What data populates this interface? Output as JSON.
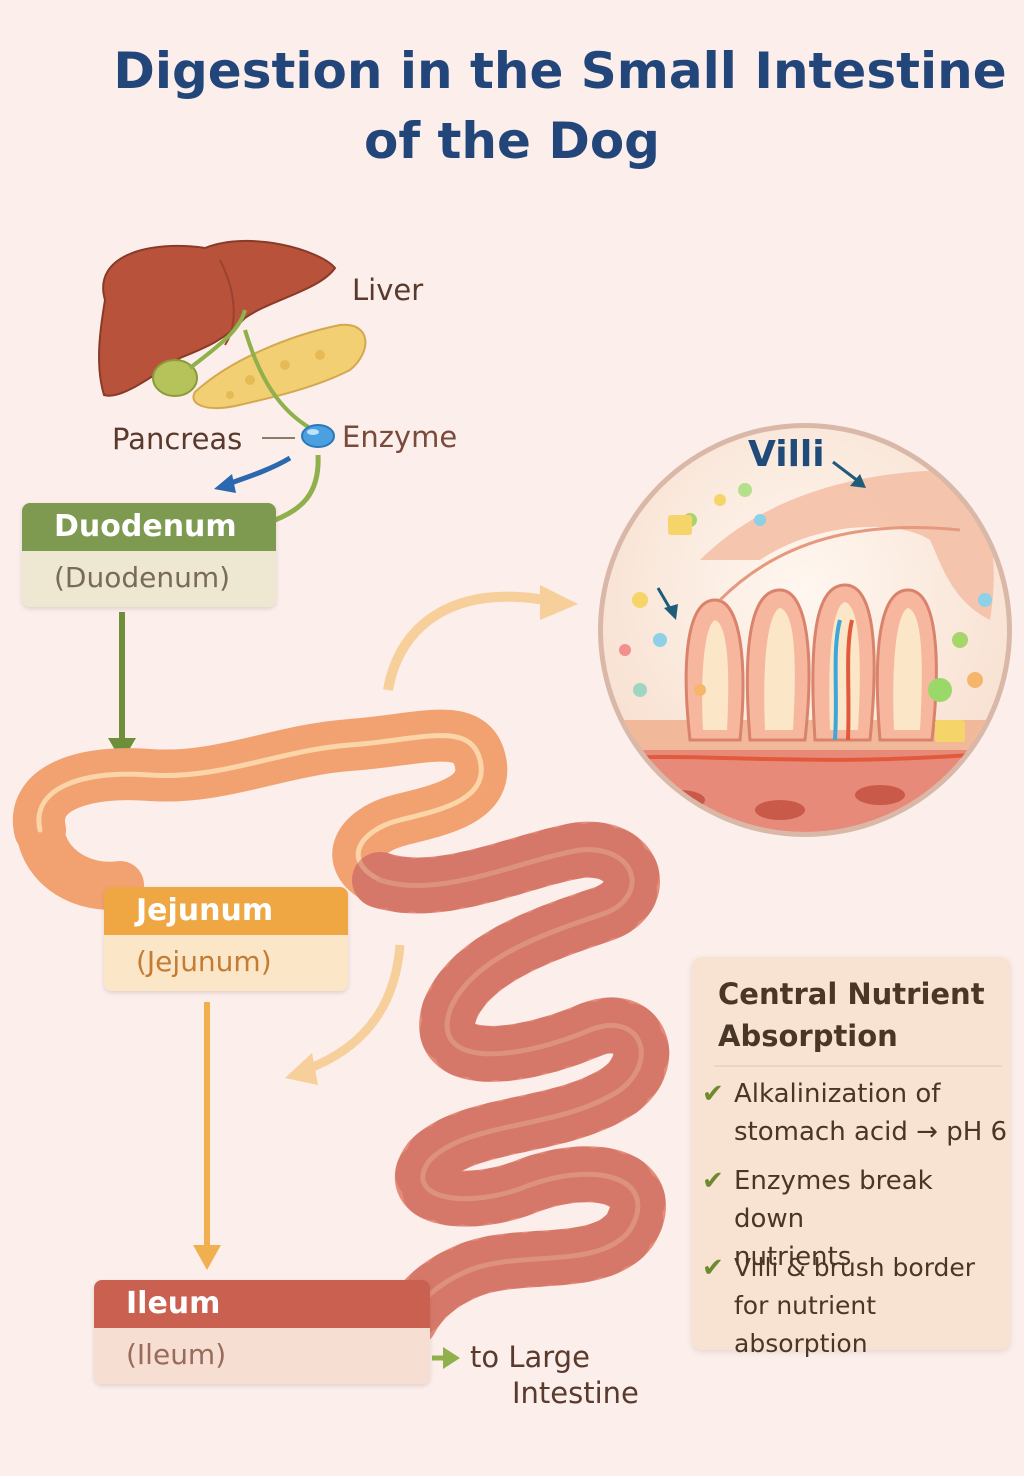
{
  "title": {
    "line1": "Digestion in the Small Intestine",
    "line2": "of the Dog"
  },
  "organs": {
    "liver": "Liver",
    "pancreas": "Pancreas",
    "enzyme": "Enzyme",
    "villi": "Villi"
  },
  "segments": {
    "duodenum": {
      "name": "Duodenum",
      "sub": "(Duodenum)",
      "color": "#7e9950"
    },
    "jejunum": {
      "name": "Jejunum",
      "sub": "(Jejunum)",
      "color": "#eea743"
    },
    "ileum": {
      "name": "Ileum",
      "sub": "(Ileum)",
      "color": "#c96050"
    }
  },
  "exit_label": {
    "line1": "to Large",
    "line2": "Intestine"
  },
  "panel": {
    "title_line1": "Central Nutrient",
    "title_line2": "Absorption",
    "items": [
      {
        "line1": "Alkalinization of",
        "line2": "stomach acid → pH 6"
      },
      {
        "line1": "Enzymes break down",
        "line2": "nutrients"
      },
      {
        "line1": "Villi & brush border",
        "line2": "for nutrient absorption"
      }
    ]
  },
  "colors": {
    "title": "#22467a",
    "intestine": "#e58b78",
    "intestine_dark": "#c9695c",
    "liver": "#b8523a",
    "pancreas": "#f2cf72",
    "gallbladder": "#b6c35a"
  }
}
